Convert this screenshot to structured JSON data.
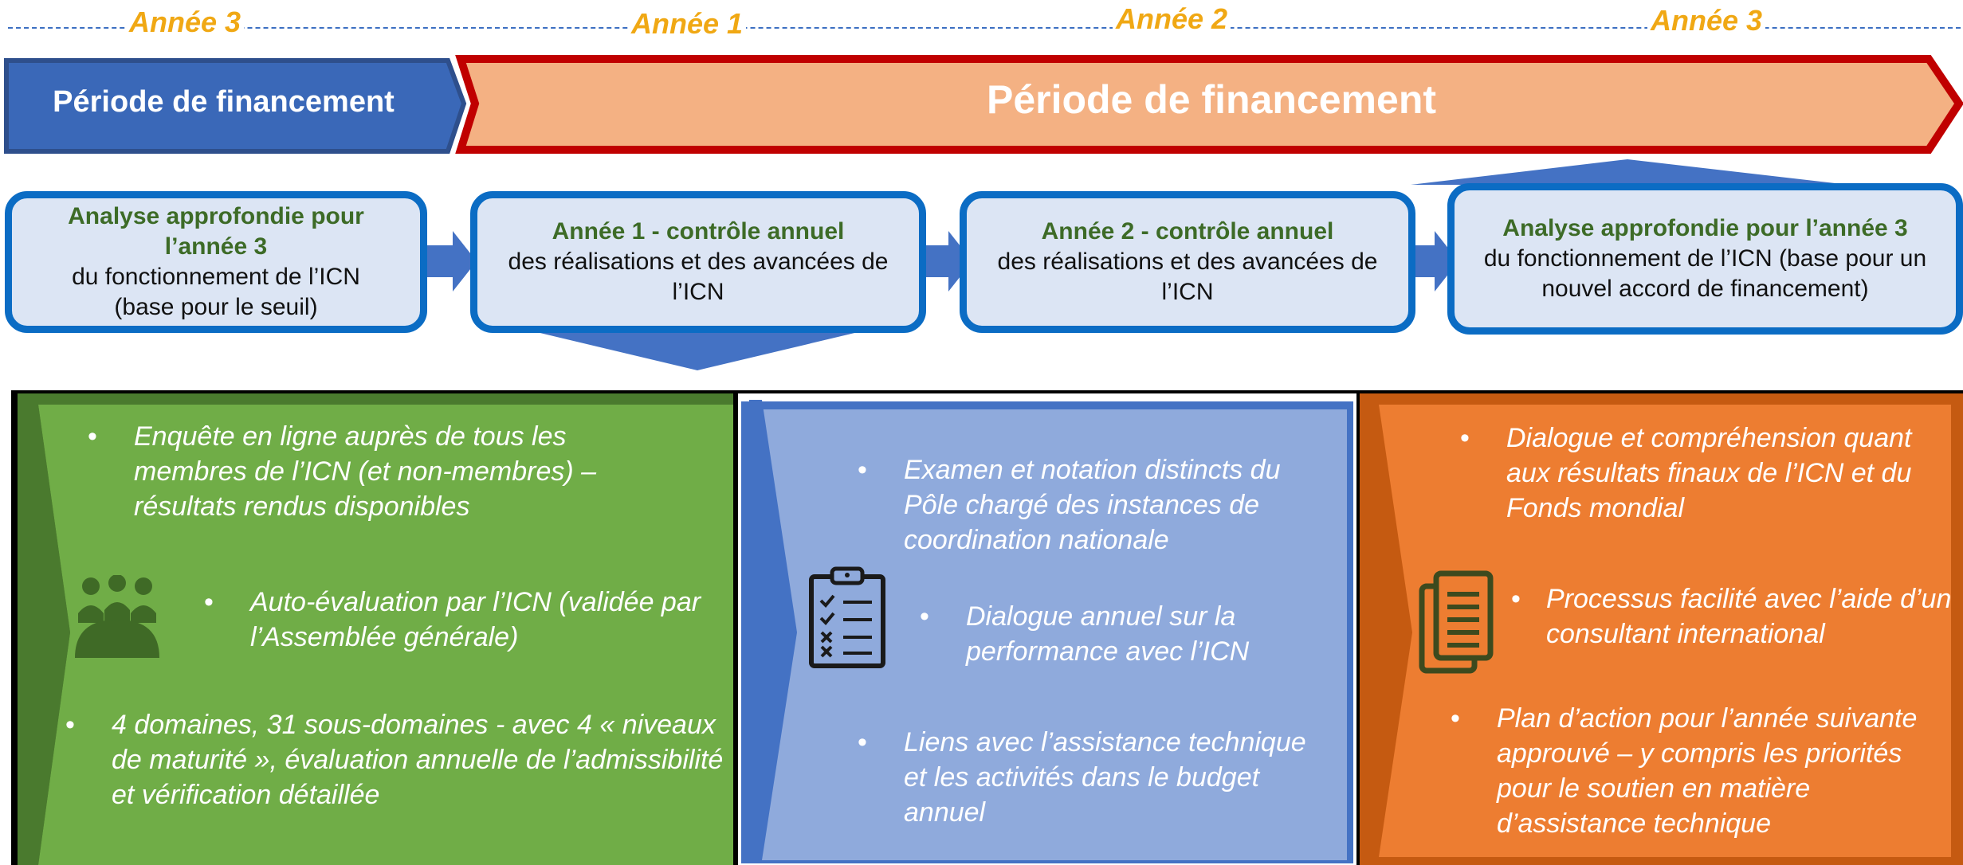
{
  "timeline": {
    "labels": [
      "Année 3",
      "Année 1",
      "Année 2",
      "Année 3"
    ]
  },
  "banners": {
    "left": "Période de financement",
    "right": "Période de financement"
  },
  "boxes": [
    {
      "title": "Analyse approfondie pour l’année 3",
      "body": "du fonctionnement de l’ICN (base pour le seuil)"
    },
    {
      "title": "Année 1 - contrôle annuel",
      "body": "des réalisations et des avancées de l’ICN"
    },
    {
      "title": "Année 2 - contrôle annuel",
      "body": "des réalisations et des avancées de l’ICN"
    },
    {
      "title": "Analyse approfondie pour l’année 3",
      "body": "du fonctionnement de l’ICN (base pour un nouvel accord de financement)"
    }
  ],
  "panels": {
    "green": {
      "bullets": [
        "Enquête en ligne auprès de tous les membres de l’ICN (et non-membres) – résultats rendus disponibles",
        "Auto-évaluation par l’ICN (validée par l’Assemblée générale)",
        "4 domaines, 31 sous-domaines - avec 4 « niveaux de maturité », évaluation annuelle de l’admissibilité et vérification détaillée"
      ],
      "icon": "group-icon"
    },
    "blue": {
      "bullets": [
        "Examen et notation distincts du Pôle chargé des instances de coordination nationale",
        "Dialogue annuel sur la performance avec l’ICN",
        "Liens avec l’assistance technique et les activités dans le budget annuel"
      ],
      "icon": "clipboard-checklist-icon"
    },
    "orange": {
      "bullets": [
        "Dialogue et compréhension quant aux résultats finaux de l’ICN et du Fonds mondial",
        "Processus facilité avec l’aide d’un consultant international",
        "Plan d’action pour l’année suivante approuvé – y compris les priorités pour le soutien en matière d’assistance technique"
      ],
      "icon": "documents-icon"
    }
  },
  "colors": {
    "year_label": "#F0A814",
    "timeline_line": "#3B6FC2",
    "banner_left": "#3A68B8",
    "banner_right_fill": "#F4B183",
    "banner_right_border": "#C00000",
    "box_fill": "#DCE5F4",
    "box_border": "#0B6CC4",
    "box_title": "#3D6B27",
    "green_panel": "#70AD47",
    "green_dark": "#4A7A2E",
    "blue_panel": "#8FAADC",
    "blue_border": "#4472C4",
    "orange_panel": "#ED7D31",
    "orange_dark": "#C55A11"
  }
}
